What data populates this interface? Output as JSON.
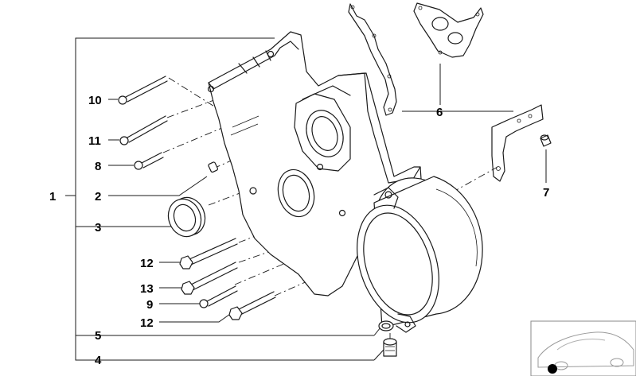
{
  "diagram": {
    "callouts": {
      "c1": "1",
      "c2": "2",
      "c3": "3",
      "c4": "4",
      "c5": "5",
      "c6": "6",
      "c7": "7",
      "c8": "8",
      "c9": "9",
      "c10": "10",
      "c11": "11",
      "c12a": "12",
      "c12b": "12",
      "c13": "13"
    }
  }
}
